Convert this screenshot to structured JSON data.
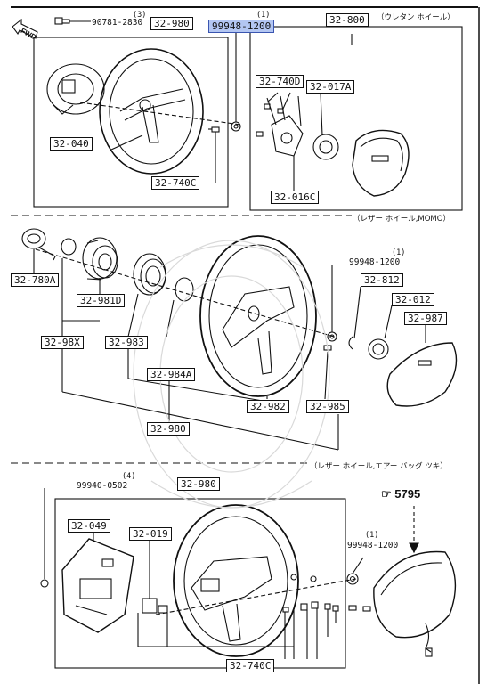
{
  "fwd_label": "FWD",
  "notes": {
    "urethane": "（ウレタン ホイール）",
    "leather_momo": "（レザー ホイール,MOMO）",
    "leather_airbag": "（レザー ホイール,エアー バッグ ツキ）"
  },
  "reference": {
    "arrow": "☞",
    "code": "5795"
  },
  "quantities": {
    "q1_top": "(3)",
    "q2_top": "(1)",
    "q3_mid": "(1)",
    "q4_bot": "(4)",
    "q5_bot": "(1)"
  },
  "plain_parts": {
    "p90781": "90781-2830",
    "p99948_mid": "99948-1200",
    "p99940": "99940-0502",
    "p99948_bot": "99948-1200"
  },
  "labels": {
    "s1_980": "32-980",
    "s1_99948": "99948-1200",
    "s1_800": "32-800",
    "s1_740d": "32-740D",
    "s1_017a": "32-017A",
    "s1_040": "32-040",
    "s1_740c": "32-740C",
    "s1_016c": "32-016C",
    "s2_780a": "32-780A",
    "s2_981d": "32-981D",
    "s2_98x": "32-98X",
    "s2_983": "32-983",
    "s2_984a": "32-984A",
    "s2_980": "32-980",
    "s2_982": "32-982",
    "s2_985": "32-985",
    "s2_812": "32-812",
    "s2_012": "32-012",
    "s2_987": "32-987",
    "s3_980": "32-980",
    "s3_049": "32-049",
    "s3_019": "32-019",
    "s3_740c": "32-740C"
  }
}
